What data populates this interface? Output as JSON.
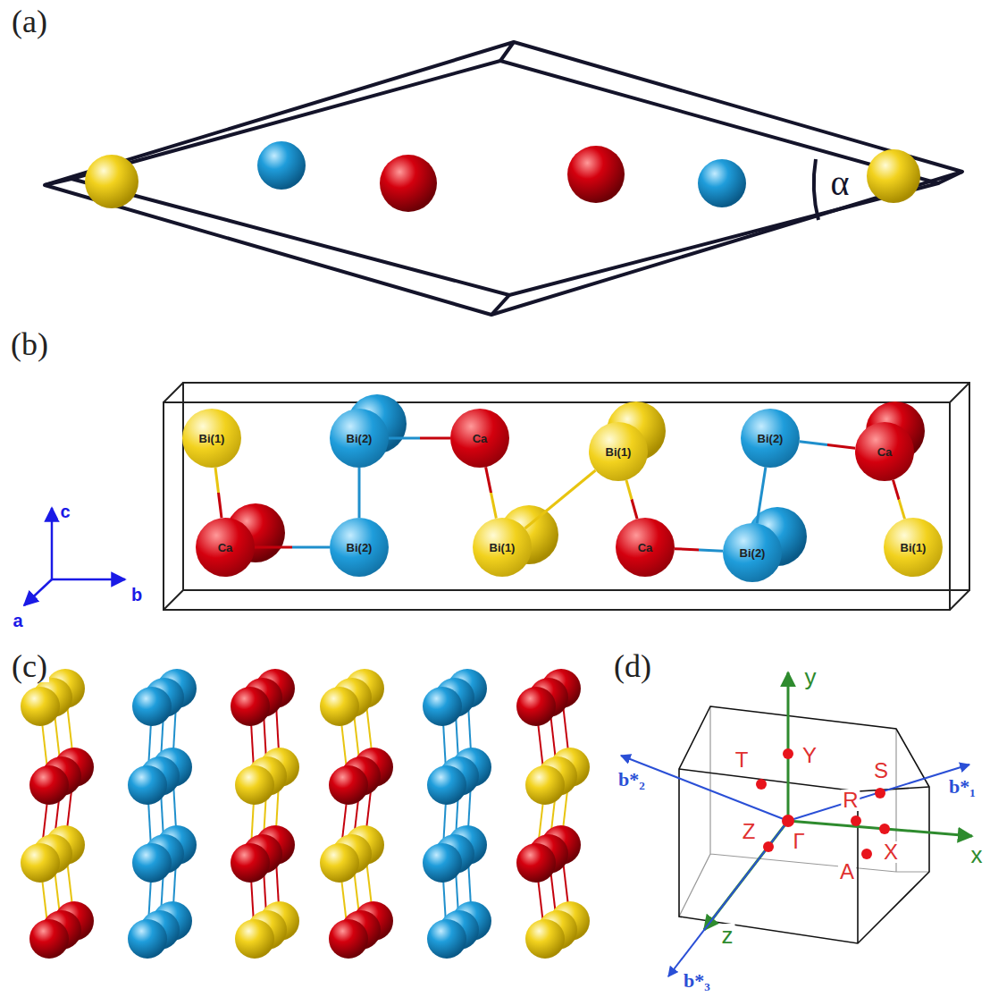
{
  "diagram": {
    "nodes": [
      {
        "text": [
          "Bi(1)"
        ]
      },
      {
        "text": [
          "Bi(2)"
        ]
      },
      {
        "text": [
          "Ca"
        ]
      },
      {
        "text": [
          "Bi(1)"
        ]
      },
      {
        "text": [
          "Bi(2)"
        ]
      },
      {
        "text": [
          "Ca"
        ]
      },
      {
        "text": [
          "Ca"
        ]
      },
      {
        "text": [
          "Bi(2)"
        ]
      },
      {
        "text": [
          "Bi(1)"
        ]
      },
      {
        "text": [
          "Ca"
        ]
      },
      {
        "text": [
          "Bi(2)"
        ]
      },
      {
        "text": [
          "Bi(1)"
        ]
      }
    ],
    "edges": [
      {
        "from": 0,
        "to": 6,
        "arrow": "none"
      },
      {
        "from": 1,
        "to": 7,
        "arrow": "none"
      },
      {
        "from": 1,
        "to": 2,
        "arrow": "none"
      },
      {
        "from": 2,
        "to": 8,
        "arrow": "none"
      },
      {
        "from": 3,
        "to": 9,
        "arrow": "none"
      },
      {
        "from": 3,
        "to": 8,
        "arrow": "none"
      },
      {
        "from": 4,
        "to": 10,
        "arrow": "none"
      },
      {
        "from": 4,
        "to": 5,
        "arrow": "none"
      },
      {
        "from": 5,
        "to": 11,
        "arrow": "none"
      },
      {
        "from": 6,
        "to": 7,
        "arrow": "none"
      },
      {
        "from": 9,
        "to": 10,
        "arrow": "none"
      }
    ],
    "labels": [
      "(a)",
      "α",
      "(b)",
      "c",
      "b",
      "a",
      "(c)",
      "(d)",
      "y",
      "b*₂",
      "T",
      "Y",
      "S",
      "b*₁",
      "R",
      "Z",
      "Γ",
      "X",
      "x",
      "A",
      "z",
      "b*₃"
    ]
  }
}
